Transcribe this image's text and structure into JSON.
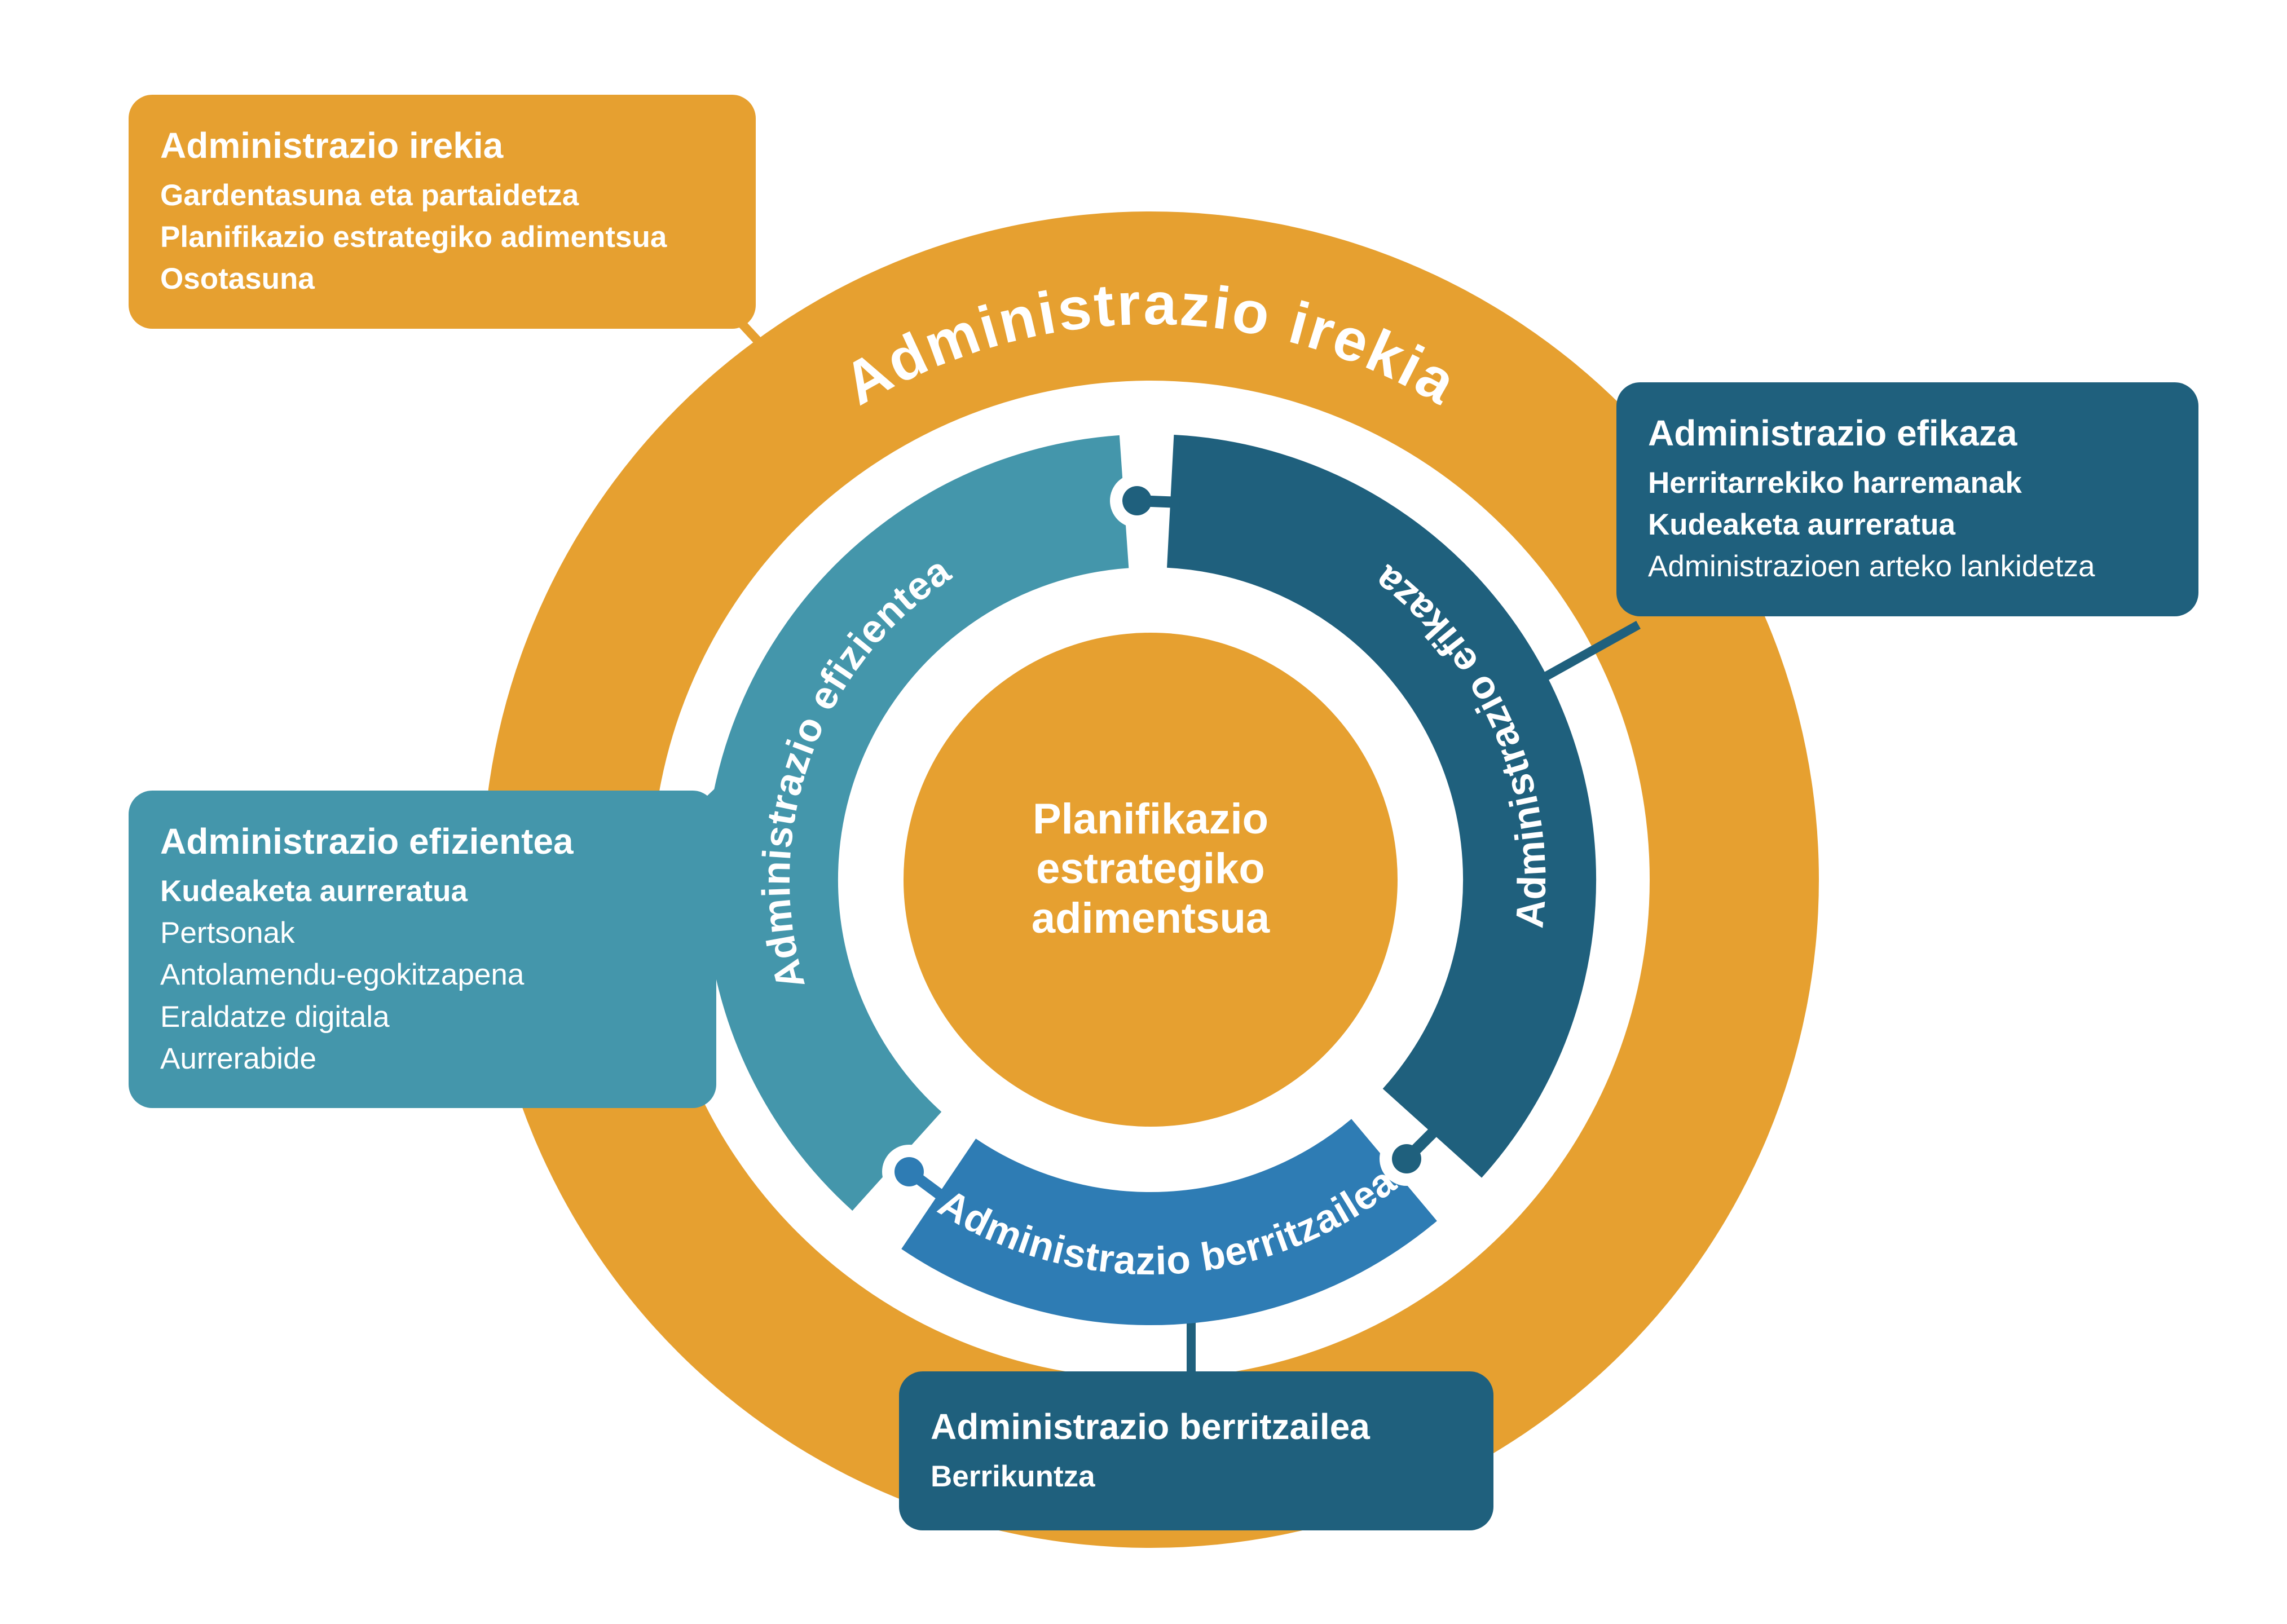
{
  "colors": {
    "orange": "#E6A030",
    "teal": "#4496AB",
    "dark_blue": "#1F607D",
    "medium_blue": "#2E7CB4",
    "text_on_color": "#FFFFFF"
  },
  "ring": {
    "outer_label": "Administrazio irekia"
  },
  "segments": [
    {
      "id": "efizientea",
      "label": "Administrazio efizientea"
    },
    {
      "id": "efikaza",
      "label": "Administrazio efikaza"
    },
    {
      "id": "berritzailea",
      "label": "Administrazio berritzailea"
    }
  ],
  "center": {
    "line1": "Planifikazio",
    "line2": "estrategiko",
    "line3": "adimentsua"
  },
  "callouts": {
    "irekia": {
      "title": "Administrazio irekia",
      "line1": "Gardentasuna eta partaidetza",
      "line2": "Planifikazio estrategiko adimentsua",
      "line3": "Osotasuna"
    },
    "efikaza": {
      "title": "Administrazio efikaza",
      "line1": "Herritarrekiko harremanak",
      "line2": "Kudeaketa aurreratua",
      "line3": "Administrazioen arteko lankidetza"
    },
    "efizientea": {
      "title": "Administrazio efizientea",
      "line1": "Kudeaketa aurreratua",
      "line2": "Pertsonak",
      "line3": "Antolamendu-egokitzapena",
      "line4": "Eraldatze digitala",
      "line5": "Aurrerabide"
    },
    "berritzailea": {
      "title": "Administrazio berritzailea",
      "line1": "Berrikuntza"
    }
  }
}
